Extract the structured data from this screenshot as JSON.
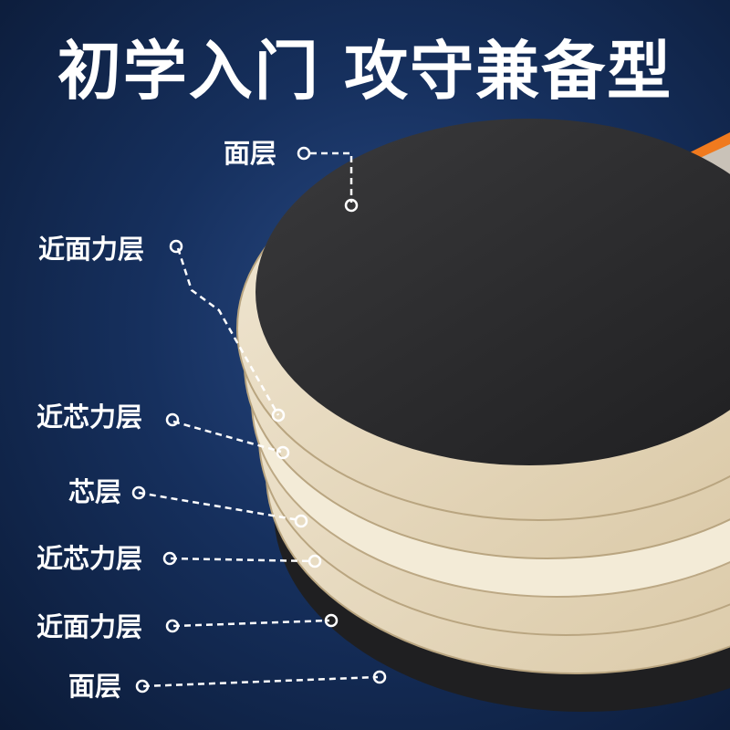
{
  "headline": "初学入门 攻守兼备型",
  "layers": [
    {
      "id": "face-top",
      "label": "面层"
    },
    {
      "id": "near-face-top",
      "label": "近面力层"
    },
    {
      "id": "near-core-top",
      "label": "近芯力层"
    },
    {
      "id": "core",
      "label": "芯层"
    },
    {
      "id": "near-core-bottom",
      "label": "近芯力层"
    },
    {
      "id": "near-face-bottom",
      "label": "近面力层"
    },
    {
      "id": "face-bottom",
      "label": "面层"
    }
  ],
  "colors": {
    "background": "#16305e",
    "face_layer": "#2b2b2d",
    "wood_layer": "#e8dcc4",
    "wood_edge": "#cdbb9a",
    "handle": "#f07a1e",
    "text": "#ffffff"
  }
}
